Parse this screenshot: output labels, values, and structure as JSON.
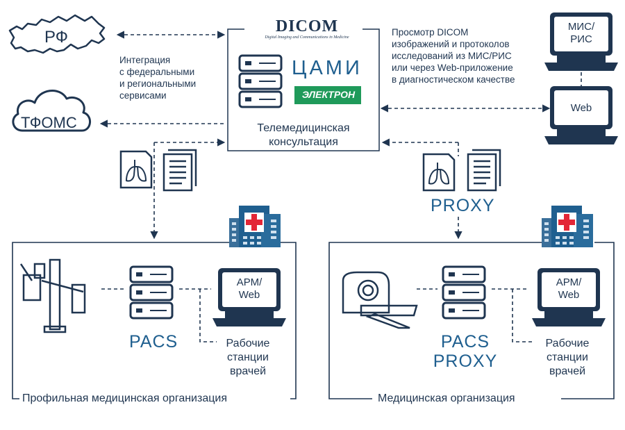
{
  "labels": {
    "rf": "РФ",
    "tfoms": "ТФОМС",
    "integration": [
      "Интеграция",
      "с федеральными",
      "и региональными",
      "сервисами"
    ],
    "dicom_logo": "DICOM",
    "dicom_tagline": "Digital Imaging and Communications in Medicine",
    "cami": "ЦАМИ",
    "elektron": "ЭЛЕКТРОН",
    "telemed": [
      "Телемедицинская",
      "консультация"
    ],
    "viewing": [
      "Просмотр DICOM",
      "изображений и протоколов",
      "исследований из МИС/РИС",
      "или через Web-приложение",
      "в диагностическом качестве"
    ],
    "mis_ris": [
      "МИС/",
      "РИС"
    ],
    "web": "Web",
    "proxy": "PROXY",
    "pacs_left": "PACS",
    "arm_web_left": [
      "АРМ/",
      "Web"
    ],
    "workstations_left": [
      "Рабочие",
      "станции",
      "врачей"
    ],
    "org_left": "Профильная медицинская организация",
    "pacs_right": [
      "PACS",
      "PROXY"
    ],
    "arm_web_right": [
      "АРМ/",
      "Web"
    ],
    "workstations_right": [
      "Рабочие",
      "станции",
      "врачей"
    ],
    "org_right": "Медицинская организация"
  },
  "icons": {
    "rf_map": "russia-map-icon",
    "cloud": "cloud-icon",
    "server": "server-icon",
    "monitor": "monitor-icon",
    "lungs_doc": "lungs-document-icon",
    "text_doc": "text-document-icon",
    "hospital": "hospital-icon",
    "xray": "xray-machine-icon",
    "ct": "ct-scanner-icon"
  },
  "colors": {
    "line": "#1f3550",
    "accent_blue": "#1f5f8f",
    "red_cross": "#e32636",
    "elektron_green": "#1f9a5a"
  }
}
